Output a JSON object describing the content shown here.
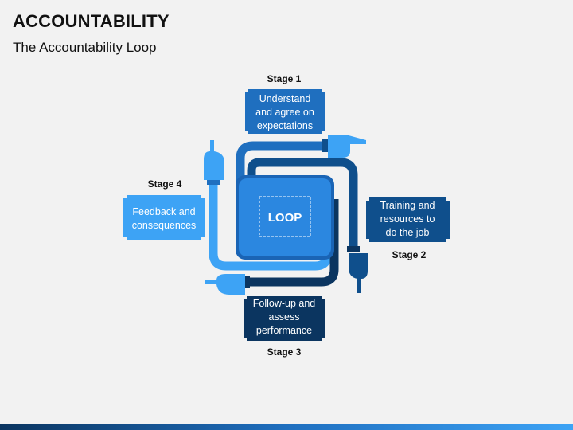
{
  "header": {
    "title": "ACCOUNTABILITY",
    "subtitle": "The Accountability Loop"
  },
  "center": {
    "label": "LOOP"
  },
  "stages": [
    {
      "label": "Stage 1",
      "lines": [
        "Understand",
        "and agree on",
        "expectations"
      ],
      "color": "#1f6fbf"
    },
    {
      "label": "Stage 2",
      "lines": [
        "Training and",
        "resources to",
        "do the job"
      ],
      "color": "#0f4f8c"
    },
    {
      "label": "Stage 3",
      "lines": [
        "Follow-up and",
        "assess",
        "performance"
      ],
      "color": "#0b3560"
    },
    {
      "label": "Stage 4",
      "lines": [
        "Feedback and",
        "consequences"
      ],
      "color": "#3da3f5"
    }
  ],
  "colors": {
    "light": "#3da3f5",
    "mid": "#1f6fbf",
    "dark": "#0f4f8c",
    "darkest": "#0b3560"
  }
}
